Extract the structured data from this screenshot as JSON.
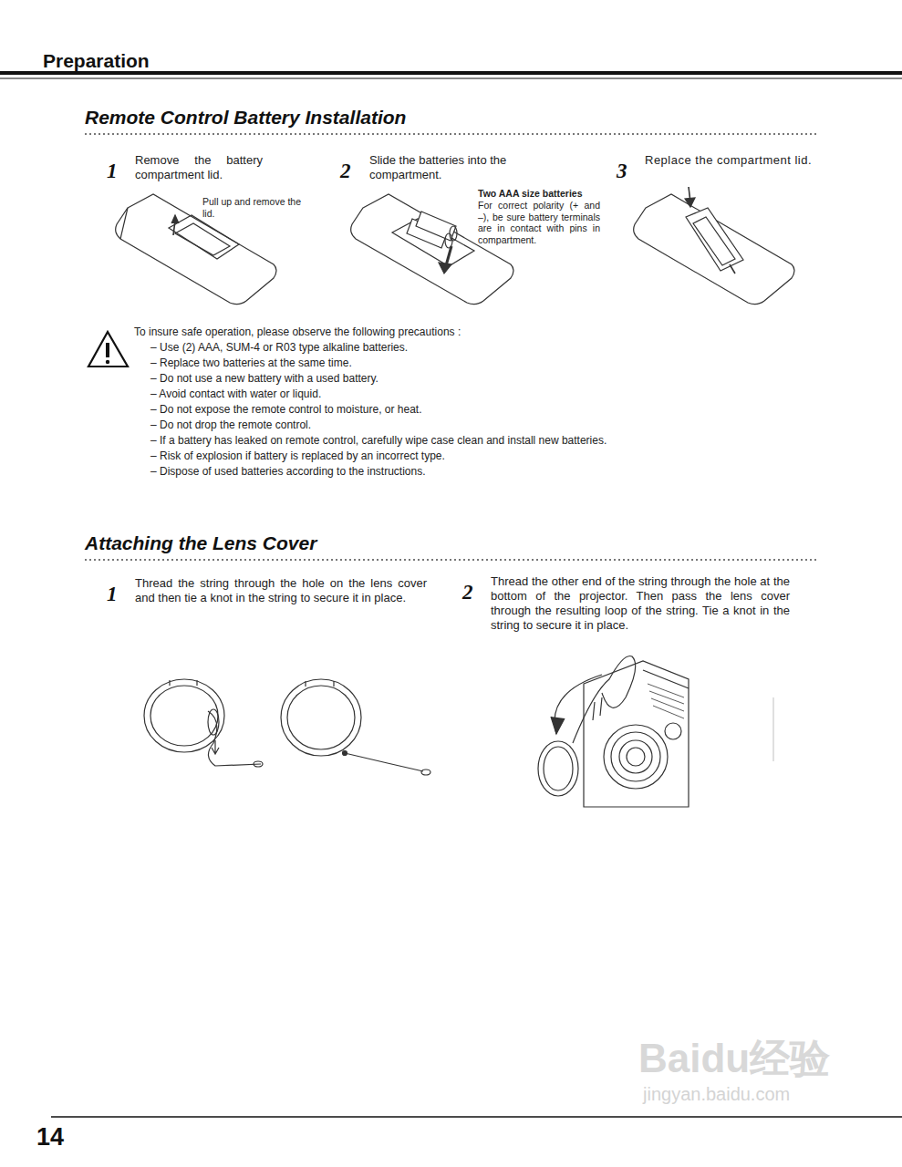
{
  "diagram": {
    "title": "Preparation",
    "labels": [
      "Remote Control Battery Installation",
      "1",
      "Remove the battery compartment lid.",
      "Pull up and remove the lid.",
      "2",
      "Slide the batteries into the compartment.",
      "Two AAA size batteries",
      "For correct polarity (+ and –), be sure battery terminals are in contact with pins in compartment.",
      "3",
      "Replace the compartment lid.",
      "To insure safe operation, please observe the following precautions :",
      "–   Use (2) AAA, SUM-4 or R03 type alkaline batteries.",
      "–   Replace two batteries at the same time.",
      "–   Do not use a new battery with a used battery.",
      "–   Avoid contact with water or liquid.",
      "–   Do not expose the remote control to moisture, or heat.",
      "–   Do not drop the remote control.",
      "–   If a battery has leaked on remote control, carefully wipe case clean and install new batteries.",
      "–   Risk of explosion if battery is replaced by an incorrect type.",
      "–   Dispose of used batteries according to the instructions.",
      "Attaching the Lens Cover",
      "1",
      "Thread the string through the hole on the lens cover and then tie a knot in the string to secure it in place.",
      "2",
      "Thread the other end of the string through the hole at the bottom of the projector. Then pass the lens cover through the resulting loop of the string. Tie a knot in the string to secure it in place.",
      "14",
      "Baidu经验",
      "jingyan.baidu.com"
    ]
  }
}
